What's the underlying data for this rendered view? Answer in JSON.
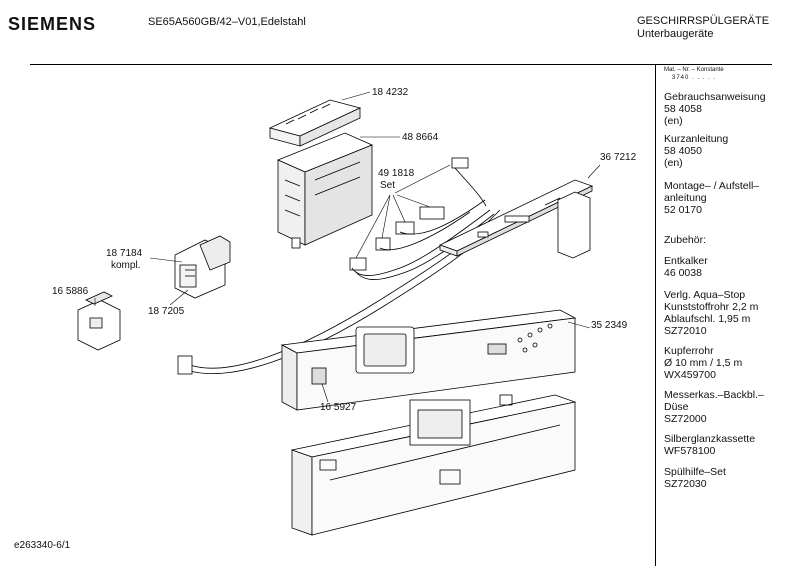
{
  "header": {
    "brand": "SIEMENS",
    "model": "SE65A560GB/42–V01,Edelstahl",
    "category": "GESCHIRRSPÜLGERÄTE",
    "subcategory": "Unterbaugeräte"
  },
  "sidebar": {
    "mat_label": "Mat. – Nr. – Konstante",
    "konstante": "3740 . . . . .",
    "items": [
      {
        "text": "Gebrauchsanweisung\n58 4058\n(en)"
      },
      {
        "text": "Kurzanleitung\n58 4050\n(en)"
      },
      {
        "text": "Montage– / Aufstell–\nanleitung\n52 0170"
      },
      {
        "text": "Zubehör:"
      },
      {
        "text": "Entkalker\n46 0038"
      },
      {
        "text": "Verlg. Aqua–Stop\nKunststoffrohr 2,2 m\nAblaufschl. 1,95 m\nSZ72010"
      },
      {
        "text": "Kupferrohr\nØ 10 mm / 1,5 m\nWX459700"
      },
      {
        "text": "Messerkas.–Backbl.–\nDüse\nSZ72000"
      },
      {
        "text": "Silberglanzkassette\nWF578100"
      },
      {
        "text": "Spülhilfe–Set\nSZ72030"
      }
    ]
  },
  "parts": {
    "p184232": "18 4232",
    "p488664": "48 8664",
    "p491818": "49 1818",
    "set": "Set",
    "p367212": "36 7212",
    "p187184": "18 7184",
    "kompl": "kompl.",
    "p165886": "16 5886",
    "p187205": "18 7205",
    "p352349": "35 2349",
    "p165927": "16 5927"
  },
  "footer": {
    "code": "e263340-6/1"
  }
}
